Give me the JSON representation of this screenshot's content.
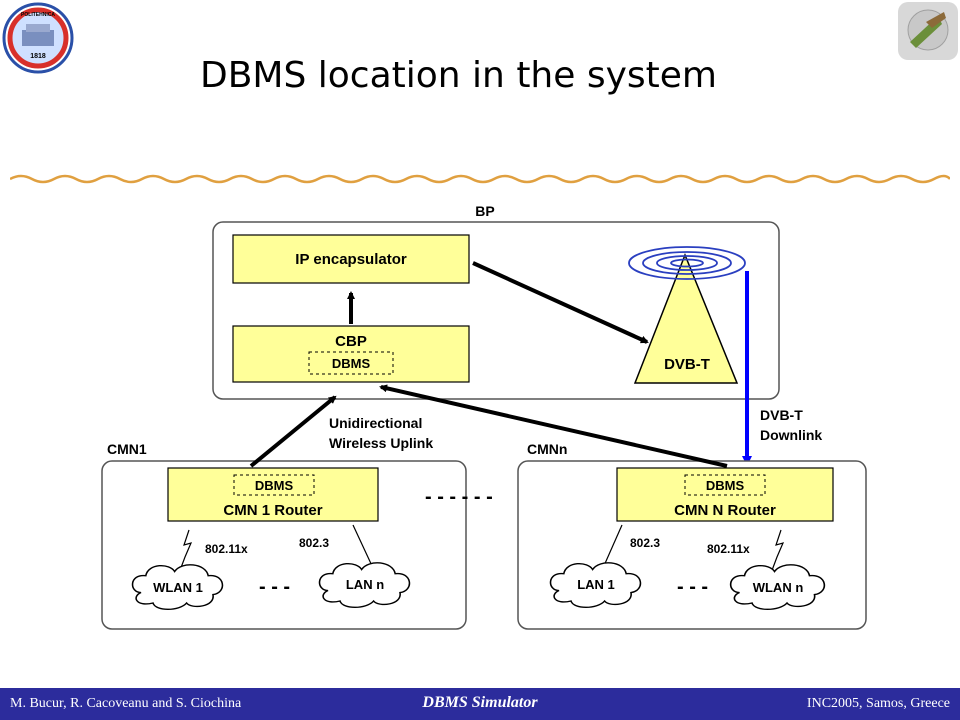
{
  "slide": {
    "title": "DBMS location in the system"
  },
  "logo_left": {
    "text": "POLITEHNICA",
    "year": "1818"
  },
  "diagram": {
    "bp_label": "BP",
    "ip_encapsulator": "IP encapsulator",
    "cbp_label": "CBP",
    "cbp_dbms": "DBMS",
    "dvbt_tower": "DVB-T",
    "uplink_label_1": "Unidirectional",
    "uplink_label_2": "Wireless Uplink",
    "downlink_label_1": "DVB-T",
    "downlink_label_2": "Downlink",
    "cmn1_label": "CMN1",
    "cmnn_label": "CMNn",
    "router1_dbms": "DBMS",
    "router1_label": "CMN 1 Router",
    "routern_dbms": "DBMS",
    "routern_label": "CMN N Router",
    "cmn1_link_wifi": "802.11x",
    "cmn1_link_eth": "802.3",
    "cmnn_link_eth": "802.3",
    "cmnn_link_wifi": "802.11x",
    "cmn1_cloud_left": "WLAN 1",
    "cmn1_cloud_right": "LAN n",
    "cmnn_cloud_left": "LAN 1",
    "cmnn_cloud_right": "WLAN n",
    "ellipsis_mid": "- - - - - -",
    "ellipsis_small_1": "- - -",
    "ellipsis_small_2": "- - -"
  },
  "footer": {
    "authors": "M. Bucur, R. Cacoveanu and S. Ciochina",
    "center": "DBMS Simulator",
    "right": "INC2005, Samos, Greece"
  },
  "colors": {
    "box_fill": "#ffff99",
    "footer_bg": "#2c2c9c",
    "downlink": "#0000ff",
    "divider": "#e0a040"
  }
}
